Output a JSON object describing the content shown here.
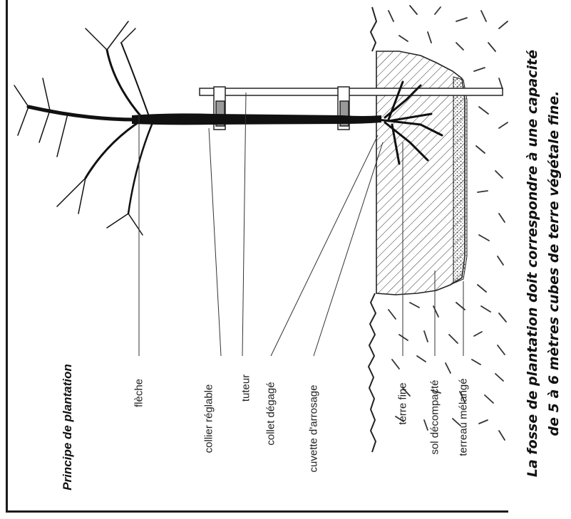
{
  "title": "Principe de plantation",
  "labels": {
    "fleche": "flèche",
    "collier": "collier réglable",
    "tuteur": "tuteur",
    "collet": "collet dégagé",
    "cuvette": "cuvette d'arrosage",
    "terre_fine": "terre fine",
    "sol": "sol décompacté",
    "terreau": "terreau mélangé"
  },
  "caption": {
    "line1": "La fosse de plantation doit correspondre à une capacité",
    "line2": "de 5 à 6 mètres cubes de terre végétale fine."
  }
}
